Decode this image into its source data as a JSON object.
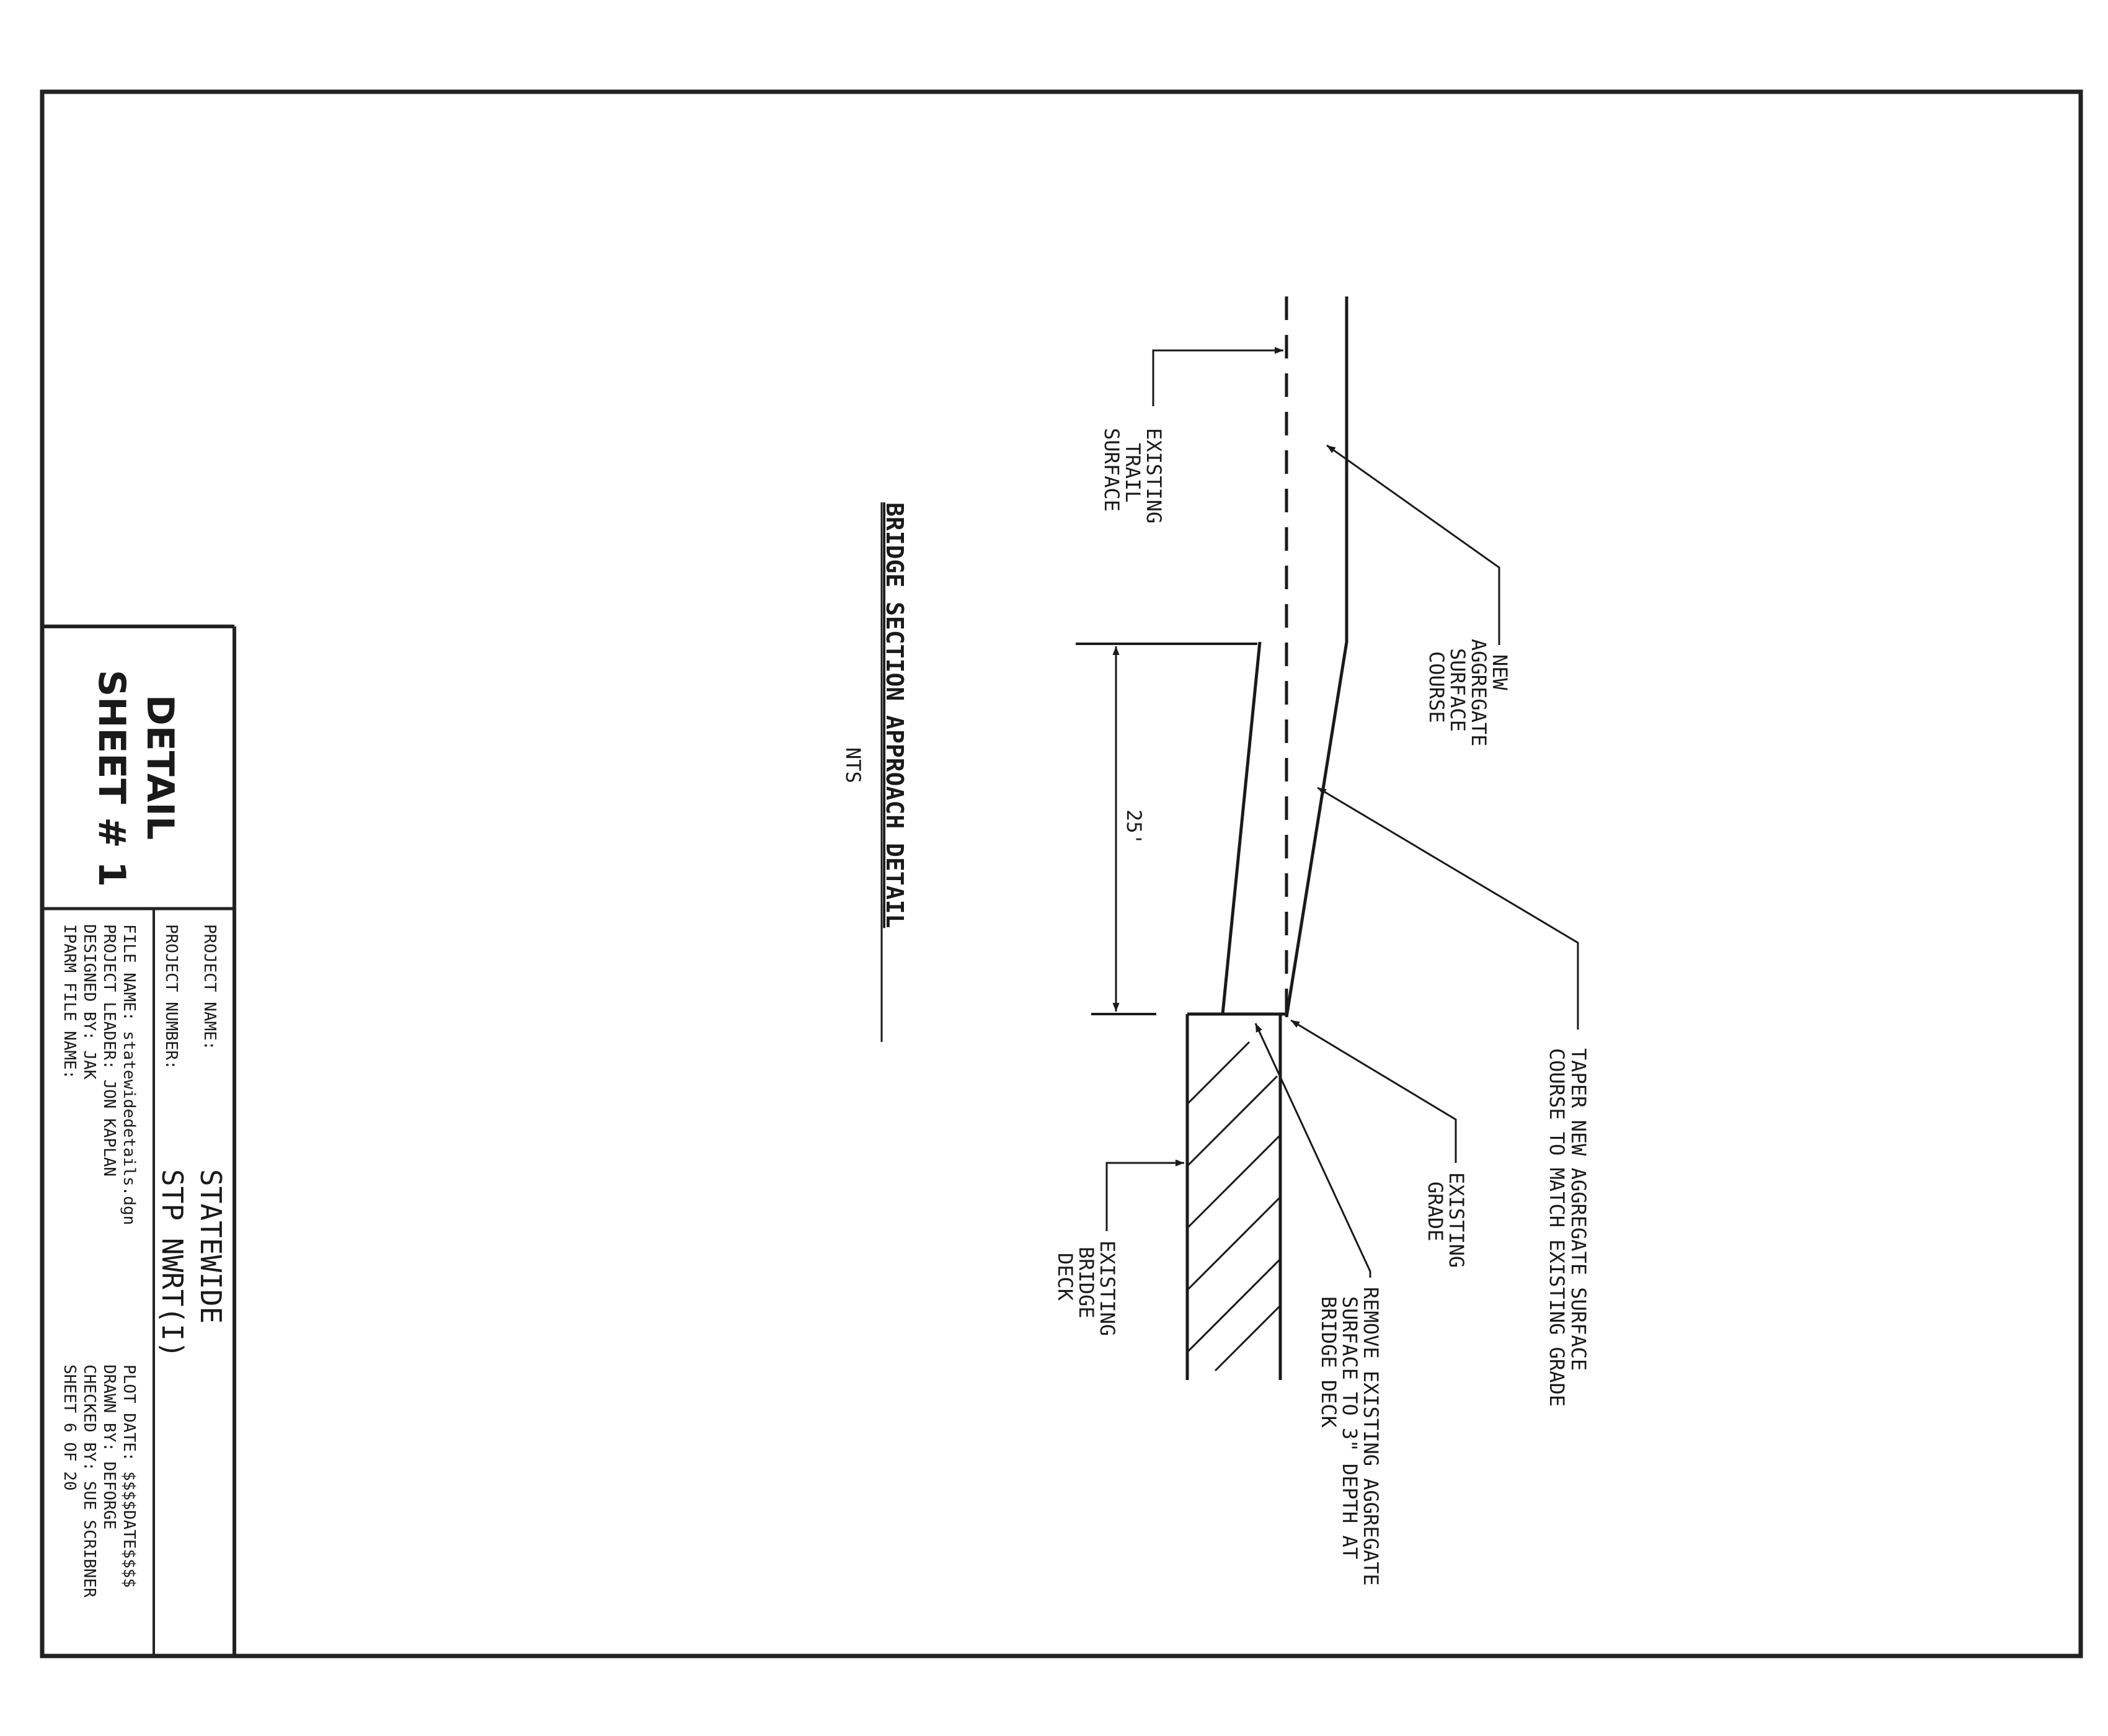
{
  "drawing": {
    "title": "BRIDGE SECTION APPROACH DETAIL",
    "scale": "NTS",
    "dimension": "25'",
    "labels": {
      "new_aggregate": [
        "NEW",
        "AGGREGATE",
        "SURFACE",
        "COURSE"
      ],
      "existing_trail": [
        "EXISTING",
        "TRAIL",
        "SURFACE"
      ],
      "taper": [
        "TAPER NEW AGGREGATE SURFACE",
        "COURSE TO MATCH EXISTING GRADE"
      ],
      "existing_grade": [
        "EXISTING",
        "GRADE"
      ],
      "existing_bridge_deck": [
        "EXISTING",
        "BRIDGE",
        "DECK"
      ],
      "remove_existing": [
        "REMOVE EXISTING AGGREGATE",
        "SURFACE TO 3\" DEPTH AT",
        "BRIDGE DECK"
      ]
    }
  },
  "title_block": {
    "detail": "DETAIL",
    "sheet_no": "SHEET # 1",
    "project_name_label": "PROJECT NAME:",
    "project_name": "STATEWIDE",
    "project_number_label": "PROJECT NUMBER:",
    "project_number": "STP NWRT(I)",
    "file_name": "FILE NAME: statewidedetails.dgn",
    "project_leader": "PROJECT LEADER: JON KAPLAN",
    "designed_by": "DESIGNED BY: JAK",
    "iparm": "IPARM FILE NAME:",
    "plot_date": "PLOT DATE: $$$$DATE$$$$",
    "drawn_by": "DRAWN BY: DEFORGE",
    "checked_by": "CHECKED BY: SUE SCRIBNER",
    "sheet_of": "SHEET 6 OF 20"
  }
}
